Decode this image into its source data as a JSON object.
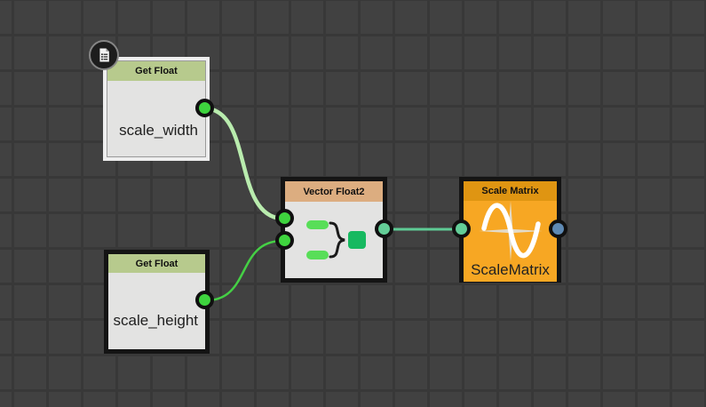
{
  "canvas": {
    "background_color": "#414141",
    "grid_line_color": "#383838",
    "grid_cell_size": "39x40"
  },
  "nodes": {
    "get_float_width": {
      "title": "Get Float",
      "port_label": "scale_width",
      "selected": true,
      "header_color": "#b7ca8d",
      "body_color": "#e3e3e2",
      "badge_icon": "document-note-icon"
    },
    "get_float_height": {
      "title": "Get Float",
      "port_label": "scale_height",
      "selected": false,
      "header_color": "#b7ca8d",
      "body_color": "#e3e3e2"
    },
    "vector_float2": {
      "title": "Vector Float2",
      "selected": false,
      "header_color": "#dcad80",
      "body_color": "#e3e3e2",
      "icon": "two-floats-merge-to-vector2-icon"
    },
    "scale_matrix": {
      "title": "Scale Matrix",
      "body_label": "ScaleMatrix",
      "selected": false,
      "header_color": "#df9512",
      "body_color": "#f7a723",
      "icon": "sine-wave-axes-icon"
    }
  },
  "ports": {
    "float_color": "#3ed43e",
    "vector2_color": "#63cd97",
    "matrix_color": "#5e89b3"
  },
  "wires": [
    {
      "from": "scale_width output",
      "to": "vector_float2 input 1",
      "color": "#b9ecae",
      "style": "highlighted"
    },
    {
      "from": "scale_height output",
      "to": "vector_float2 input 2",
      "color": "#45d045",
      "style": "normal"
    },
    {
      "from": "vector_float2 output",
      "to": "scale_matrix input",
      "color": "#5ecb95",
      "style": "normal"
    }
  ]
}
